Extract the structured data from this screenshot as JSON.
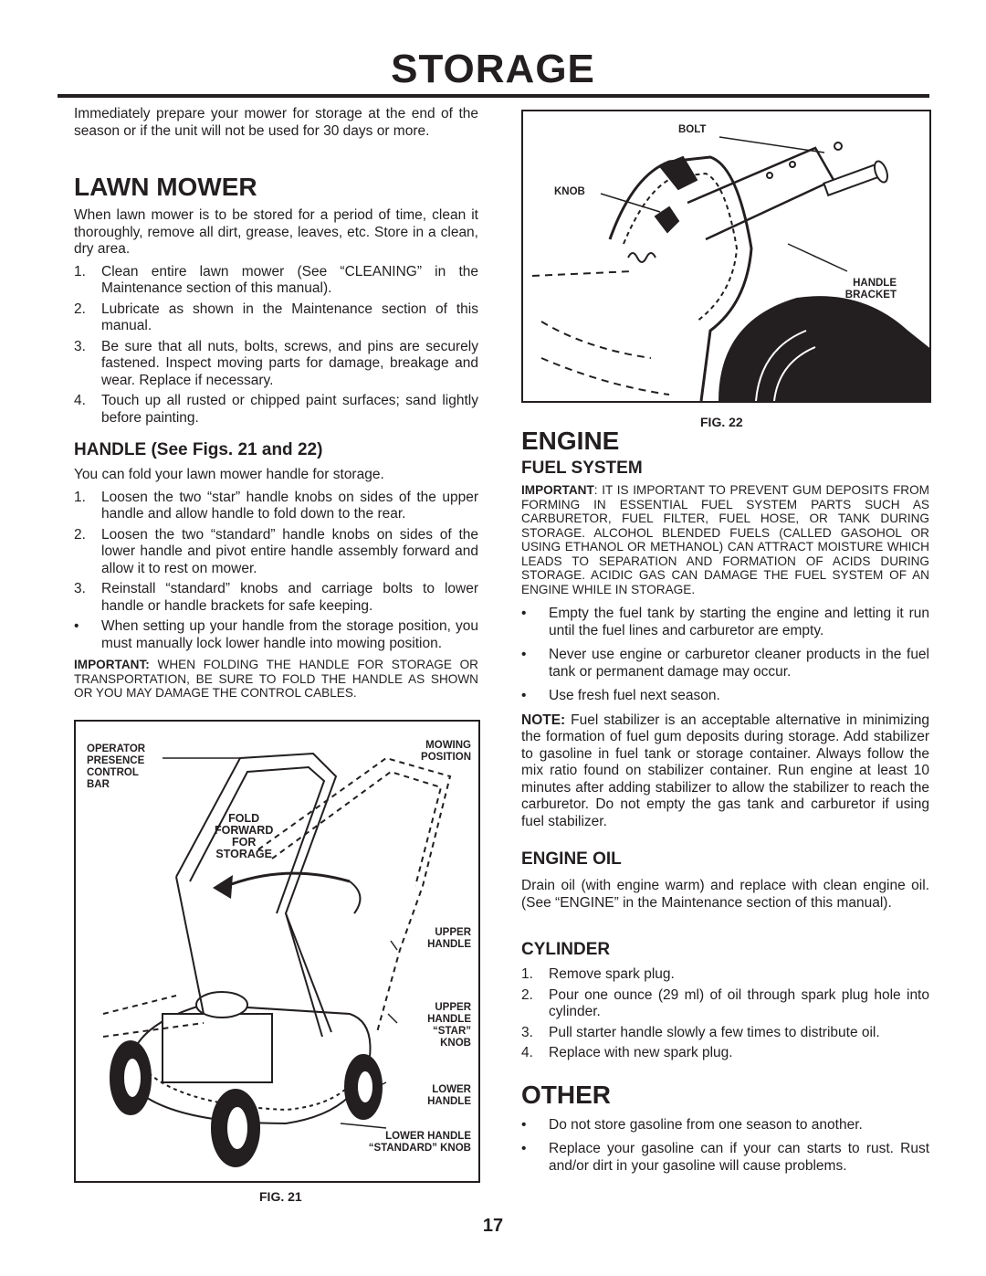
{
  "page": {
    "title": "STORAGE",
    "page_number": "17"
  },
  "intro": "Immediately prepare your mower for storage at the end of the season or if the unit will not be used for 30 days or more.",
  "lawn_mower": {
    "heading": "LAWN MOWER",
    "body": "When lawn mower is to be stored for a period of time, clean it thoroughly, remove all dirt, grease, leaves, etc. Store in a clean, dry area.",
    "steps": [
      {
        "num": "1.",
        "text": "Clean entire lawn mower (See “CLEANING” in the Maintenance section of this manual)."
      },
      {
        "num": "2.",
        "text": "Lubricate as shown in the Maintenance section of this manual."
      },
      {
        "num": "3.",
        "text": "Be sure that all nuts, bolts, screws, and pins are securely fastened. Inspect moving parts for damage, breakage and wear. Replace if necessary."
      },
      {
        "num": "4.",
        "text": "Touch up all rusted or chipped paint surfaces; sand lightly before painting."
      }
    ]
  },
  "handle": {
    "heading": "HANDLE (See Figs. 21 and 22)",
    "intro": "You can fold your lawn mower handle for storage.",
    "steps": [
      {
        "num": "1.",
        "text": "Loosen the two “star” handle knobs on sides of the upper handle and allow handle to fold down to the rear."
      },
      {
        "num": "2.",
        "text": "Loosen the two “standard” handle knobs on sides of the lower handle and pivot entire handle assembly forward and allow it to rest on mower."
      },
      {
        "num": "3.",
        "text": "Reinstall “standard” knobs and carriage bolts to lower handle or handle brackets for safe keeping."
      },
      {
        "num": "•",
        "text": "When setting up your handle from the storage position, you must manually lock lower handle into mowing position."
      }
    ],
    "important_label": "IMPORTANT:",
    "important_text": "WHEN FOLDING THE HANDLE FOR STORAGE OR TRANSPORTATION, BE SURE TO FOLD THE HANDLE AS SHOWN OR YOU MAY DAMAGE THE CONTROL CABLES."
  },
  "fig21": {
    "caption": "FIG. 21",
    "labels": {
      "operator": [
        "OPERATOR",
        "PRESENCE",
        "CONTROL",
        "BAR"
      ],
      "mowing": [
        "MOWING",
        "POSITION"
      ],
      "fold": [
        "FOLD",
        "FORWARD",
        "FOR",
        "STORAGE"
      ],
      "upper_handle": [
        "UPPER",
        "HANDLE"
      ],
      "upper_star": [
        "UPPER",
        "HANDLE",
        "“STAR”",
        "KNOB"
      ],
      "lower_handle": [
        "LOWER",
        "HANDLE"
      ],
      "lower_standard": [
        "LOWER HANDLE",
        "“STANDARD” KNOB"
      ]
    }
  },
  "fig22": {
    "caption": "FIG. 22",
    "labels": {
      "bolt": "BOLT",
      "knob": "KNOB",
      "bracket": [
        "HANDLE",
        "BRACKET"
      ]
    }
  },
  "engine": {
    "heading": "ENGINE",
    "fuel_heading": "FUEL SYSTEM",
    "important_label": "IMPORTANT",
    "important_text": ": IT IS IMPORTANT TO PREVENT GUM DEPOSITS FROM FORMING IN ESSENTIAL FUEL SYSTEM PARTS SUCH AS CARBURETOR, FUEL FILTER, FUEL HOSE, OR TANK DURING STORAGE. ALCOHOL BLENDED FUELS (CALLED GASOHOL OR USING ETHANOL OR METHANOL) CAN ATTRACT MOISTURE WHICH LEADS TO SEPARATION AND FORMATION OF ACIDS DURING STORAGE. ACIDIC GAS CAN DAMAGE THE FUEL SYSTEM OF AN ENGINE WHILE IN STORAGE.",
    "fuel_bullets": [
      "Empty the fuel tank by starting the engine and letting it run until the fuel lines and carburetor are empty.",
      "Never use engine or carburetor cleaner products in the fuel tank or permanent damage may occur.",
      "Use fresh fuel next season."
    ],
    "note_label": "NOTE:",
    "note_text": "Fuel stabilizer is an acceptable alternative in minimizing the formation of fuel gum deposits during storage. Add stabilizer to gasoline in fuel tank or storage container. Always follow the mix ratio found on stabilizer container. Run engine at least 10 minutes after adding stabilizer to allow the stabilizer to reach the carburetor. Do not empty the gas tank and carburetor if using fuel stabilizer.",
    "oil_heading": "ENGINE OIL",
    "oil_text": "Drain oil (with engine warm) and replace with clean engine oil. (See “ENGINE” in the Maintenance section of this manual).",
    "cyl_heading": "CYLINDER",
    "cyl_steps": [
      {
        "num": "1.",
        "text": "Remove spark plug."
      },
      {
        "num": "2.",
        "text": "Pour one ounce (29 ml) of oil through spark plug hole into cylinder."
      },
      {
        "num": "3.",
        "text": "Pull starter handle slowly a few times to distribute oil."
      },
      {
        "num": "4.",
        "text": "Replace with new spark plug."
      }
    ]
  },
  "other": {
    "heading": "OTHER",
    "bullets": [
      "Do not store gasoline from one season to another.",
      "Replace your gasoline can if your can starts to rust. Rust and/or dirt in your gasoline will cause problems."
    ]
  }
}
